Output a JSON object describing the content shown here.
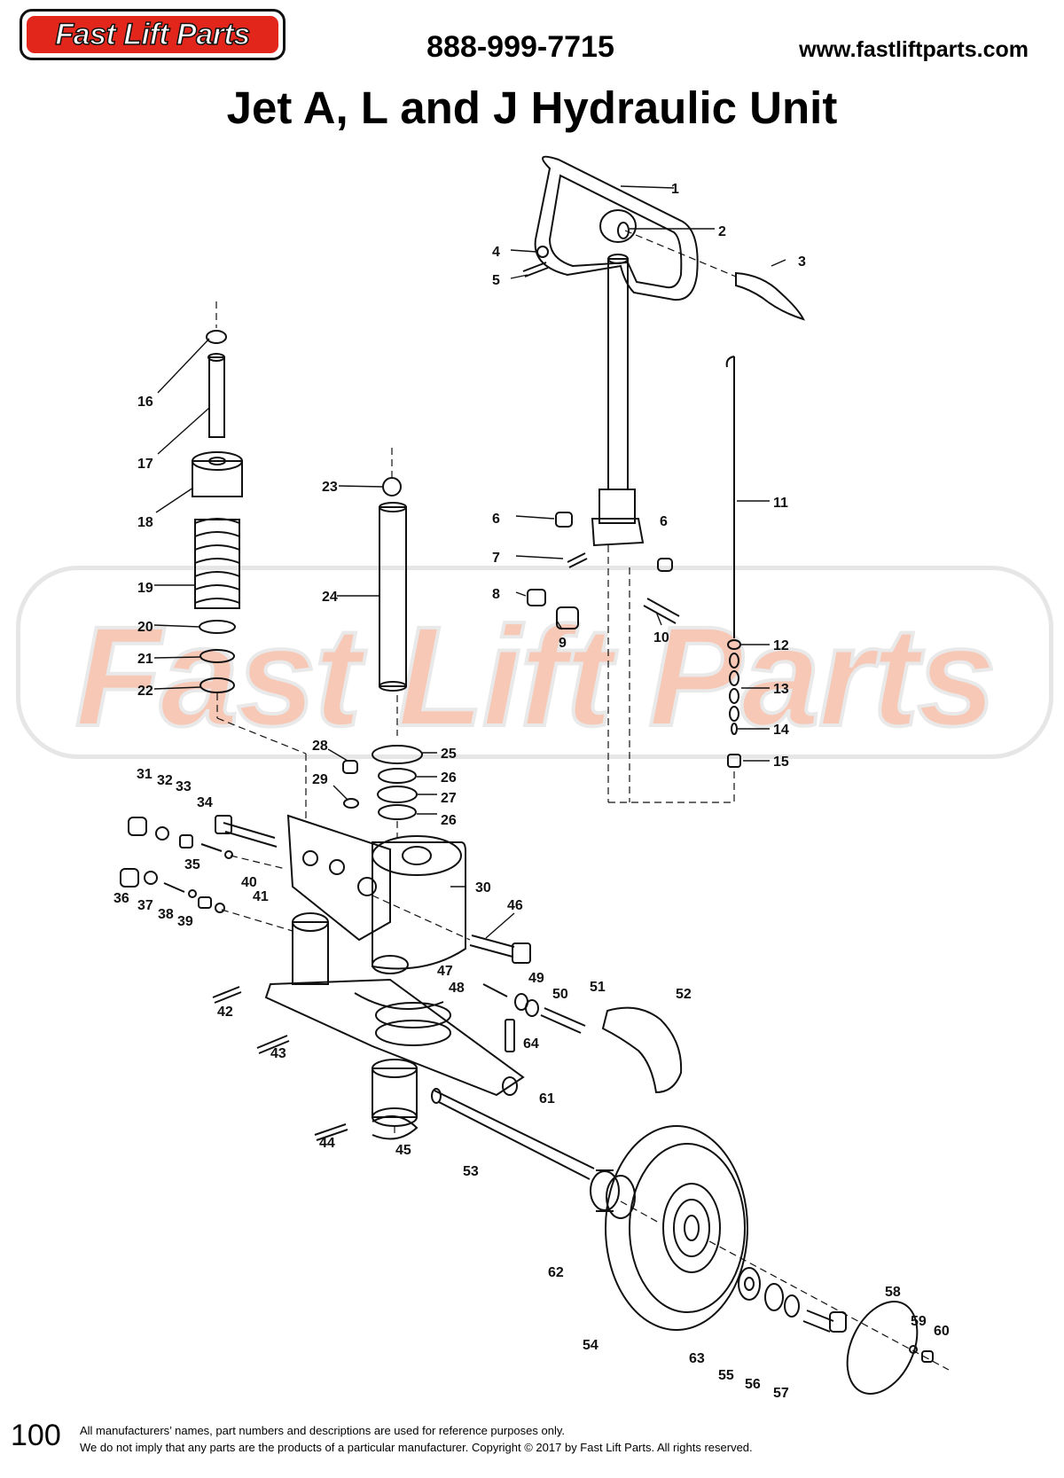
{
  "header": {
    "logo": "Fast Lift Parts",
    "phone": "888-999-7715",
    "website": "www.fastliftparts.com",
    "title": "Jet A, L and J Hydraulic Unit"
  },
  "watermark": "Fast Lift Parts",
  "callouts": [
    "1",
    "2",
    "3",
    "4",
    "5",
    "6",
    "6",
    "7",
    "8",
    "9",
    "10",
    "11",
    "12",
    "13",
    "14",
    "15",
    "16",
    "17",
    "18",
    "19",
    "20",
    "21",
    "22",
    "23",
    "24",
    "25",
    "26",
    "26",
    "27",
    "28",
    "29",
    "30",
    "31",
    "32",
    "33",
    "34",
    "35",
    "36",
    "37",
    "38",
    "39",
    "40",
    "41",
    "42",
    "43",
    "44",
    "45",
    "46",
    "47",
    "48",
    "49",
    "50",
    "51",
    "52",
    "53",
    "54",
    "55",
    "56",
    "57",
    "58",
    "59",
    "60",
    "61",
    "62",
    "63",
    "64"
  ],
  "footer": {
    "page_number": "100",
    "line1": "All manufacturers’ names, part numbers and descriptions are used for reference purposes only.",
    "line2": "We do not imply that any parts are the products of a particular manufacturer. Copyright © 2017 by Fast Lift Parts. All rights reserved."
  }
}
